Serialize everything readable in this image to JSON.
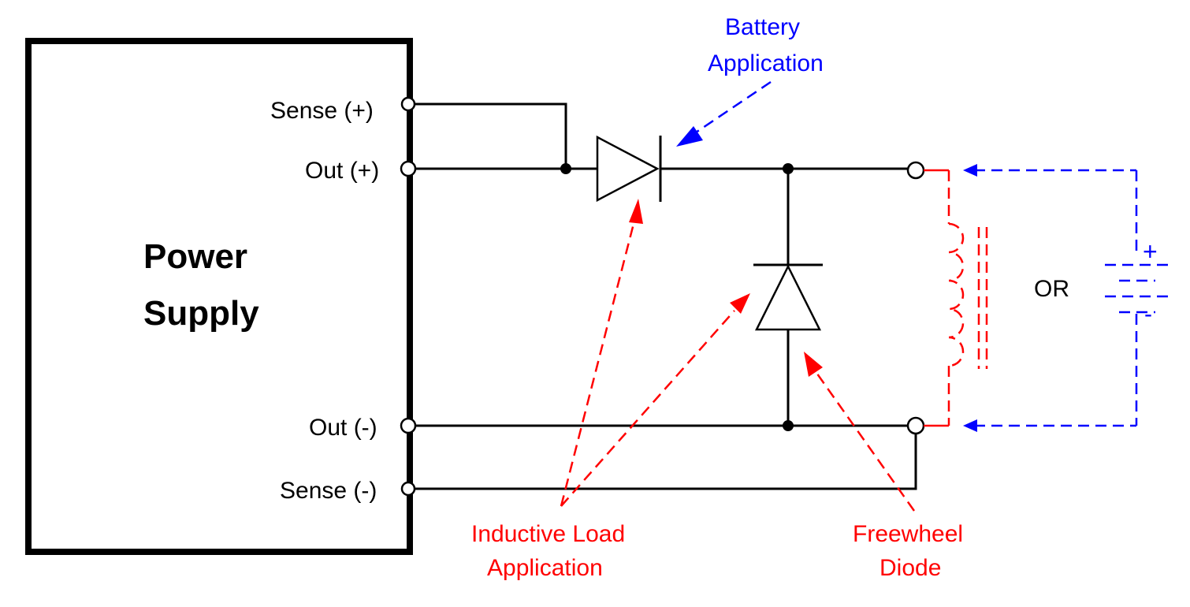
{
  "power_supply": {
    "title_line1": "Power",
    "title_line2": "Supply",
    "terminals": {
      "sense_pos": "Sense (+)",
      "out_pos": "Out (+)",
      "out_neg": "Out (-)",
      "sense_neg": "Sense (-)"
    }
  },
  "annotations": {
    "battery_line1": "Battery",
    "battery_line2": "Application",
    "inductive_line1": "Inductive Load",
    "inductive_line2": "Application",
    "freewheel_line1": "Freewheel",
    "freewheel_line2": "Diode",
    "or_label": "OR"
  },
  "battery_symbols": {
    "plus": "+",
    "minus": "-"
  },
  "colors": {
    "wire": "#000000",
    "inductive": "#ff0000",
    "battery": "#0000ff"
  }
}
